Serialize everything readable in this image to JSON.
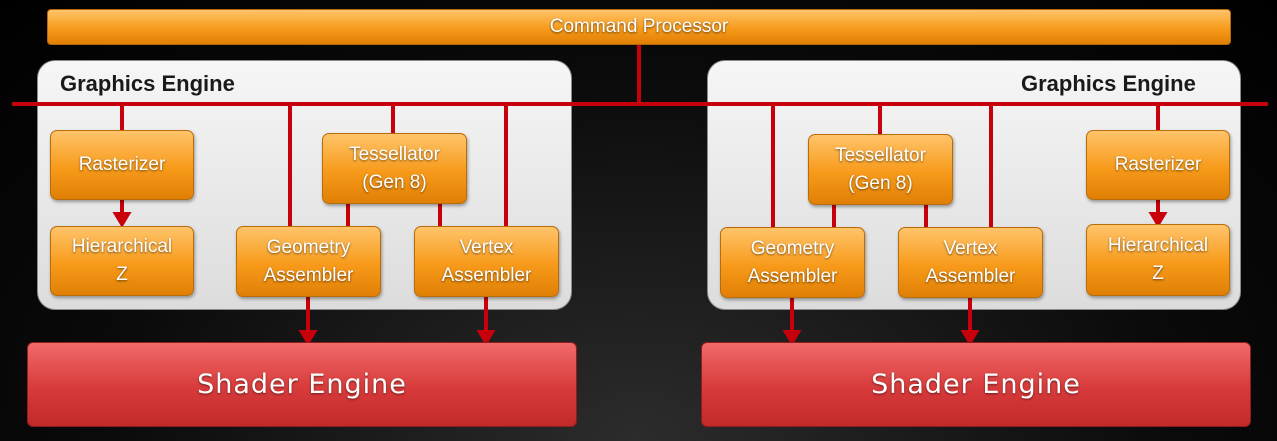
{
  "command_processor": "Command Processor",
  "left_engine": {
    "title": "Graphics Engine",
    "rasterizer": "Rasterizer",
    "hierarchical_z": [
      "Hierarchical",
      "Z"
    ],
    "tessellator": [
      "Tessellator",
      "(Gen 8)"
    ],
    "geometry_assembler": [
      "Geometry",
      "Assembler"
    ],
    "vertex_assembler": [
      "Vertex",
      "Assembler"
    ],
    "shader_engine": "Shader Engine"
  },
  "right_engine": {
    "title": "Graphics Engine",
    "rasterizer": "Rasterizer",
    "hierarchical_z": [
      "Hierarchical",
      "Z"
    ],
    "tessellator": [
      "Tessellator",
      "(Gen 8)"
    ],
    "geometry_assembler": [
      "Geometry",
      "Assembler"
    ],
    "vertex_assembler": [
      "Vertex",
      "Assembler"
    ],
    "shader_engine": "Shader Engine"
  },
  "colors": {
    "block_orange": "#f79a1a",
    "shader_red": "#d73a3a",
    "bus_line": "#c8000c",
    "engine_panel": "#e6e6e6"
  }
}
